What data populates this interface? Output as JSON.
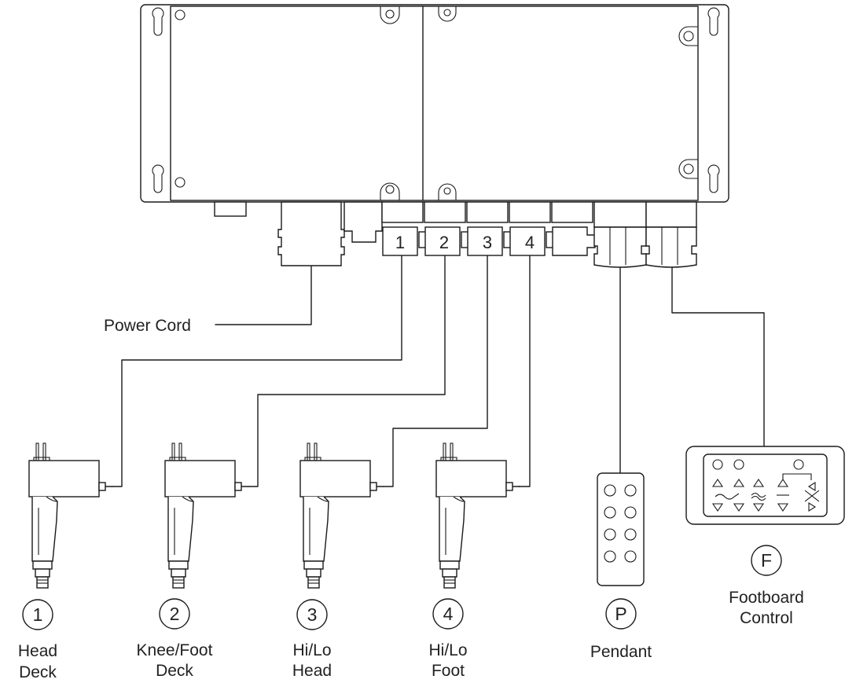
{
  "diagram": {
    "power_cord_label": "Power Cord",
    "ports": [
      "1",
      "2",
      "3",
      "4"
    ],
    "actuators": [
      {
        "id": "1",
        "line1": "Head",
        "line2": "Deck"
      },
      {
        "id": "2",
        "line1": "Knee/Foot",
        "line2": "Deck"
      },
      {
        "id": "3",
        "line1": "Hi/Lo",
        "line2": "Head"
      },
      {
        "id": "4",
        "line1": "Hi/Lo",
        "line2": "Foot"
      }
    ],
    "pendant": {
      "id": "P",
      "label": "Pendant"
    },
    "footboard": {
      "id": "F",
      "line1": "Footboard",
      "line2": "Control"
    }
  }
}
